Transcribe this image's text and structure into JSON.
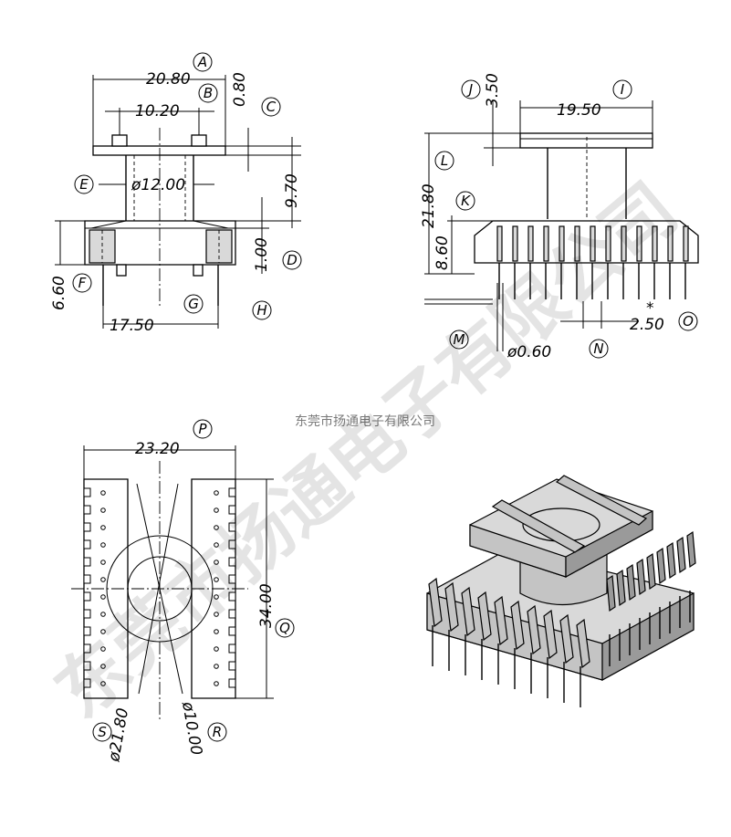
{
  "company": "东莞市扬通电子有限公司",
  "watermark": "东莞市扬通电子有限公司",
  "front_view": {
    "dims": [
      {
        "id": "A",
        "value": "20.80"
      },
      {
        "id": "B",
        "value": "10.20"
      },
      {
        "id": "C",
        "value": "0.80"
      },
      {
        "id": "D",
        "value": "9.70"
      },
      {
        "id": "E",
        "value": "ø12.00"
      },
      {
        "id": "F",
        "value": "6.60"
      },
      {
        "id": "G",
        "value": "17.50"
      },
      {
        "id": "H",
        "value": "1.00"
      }
    ]
  },
  "side_view": {
    "dims": [
      {
        "id": "I",
        "value": "19.50"
      },
      {
        "id": "J",
        "value": "3.50"
      },
      {
        "id": "K",
        "value": "8.60"
      },
      {
        "id": "L",
        "value": "21.80"
      },
      {
        "id": "M",
        "value": ""
      },
      {
        "id": "N",
        "value": "ø0.60"
      },
      {
        "id": "O",
        "value": "2.50"
      }
    ],
    "asterisk": "*"
  },
  "bottom_view": {
    "dims": [
      {
        "id": "P",
        "value": "23.20"
      },
      {
        "id": "Q",
        "value": "34.00"
      },
      {
        "id": "R",
        "value": "ø10.00"
      },
      {
        "id": "S",
        "value": "ø21.80"
      }
    ]
  }
}
